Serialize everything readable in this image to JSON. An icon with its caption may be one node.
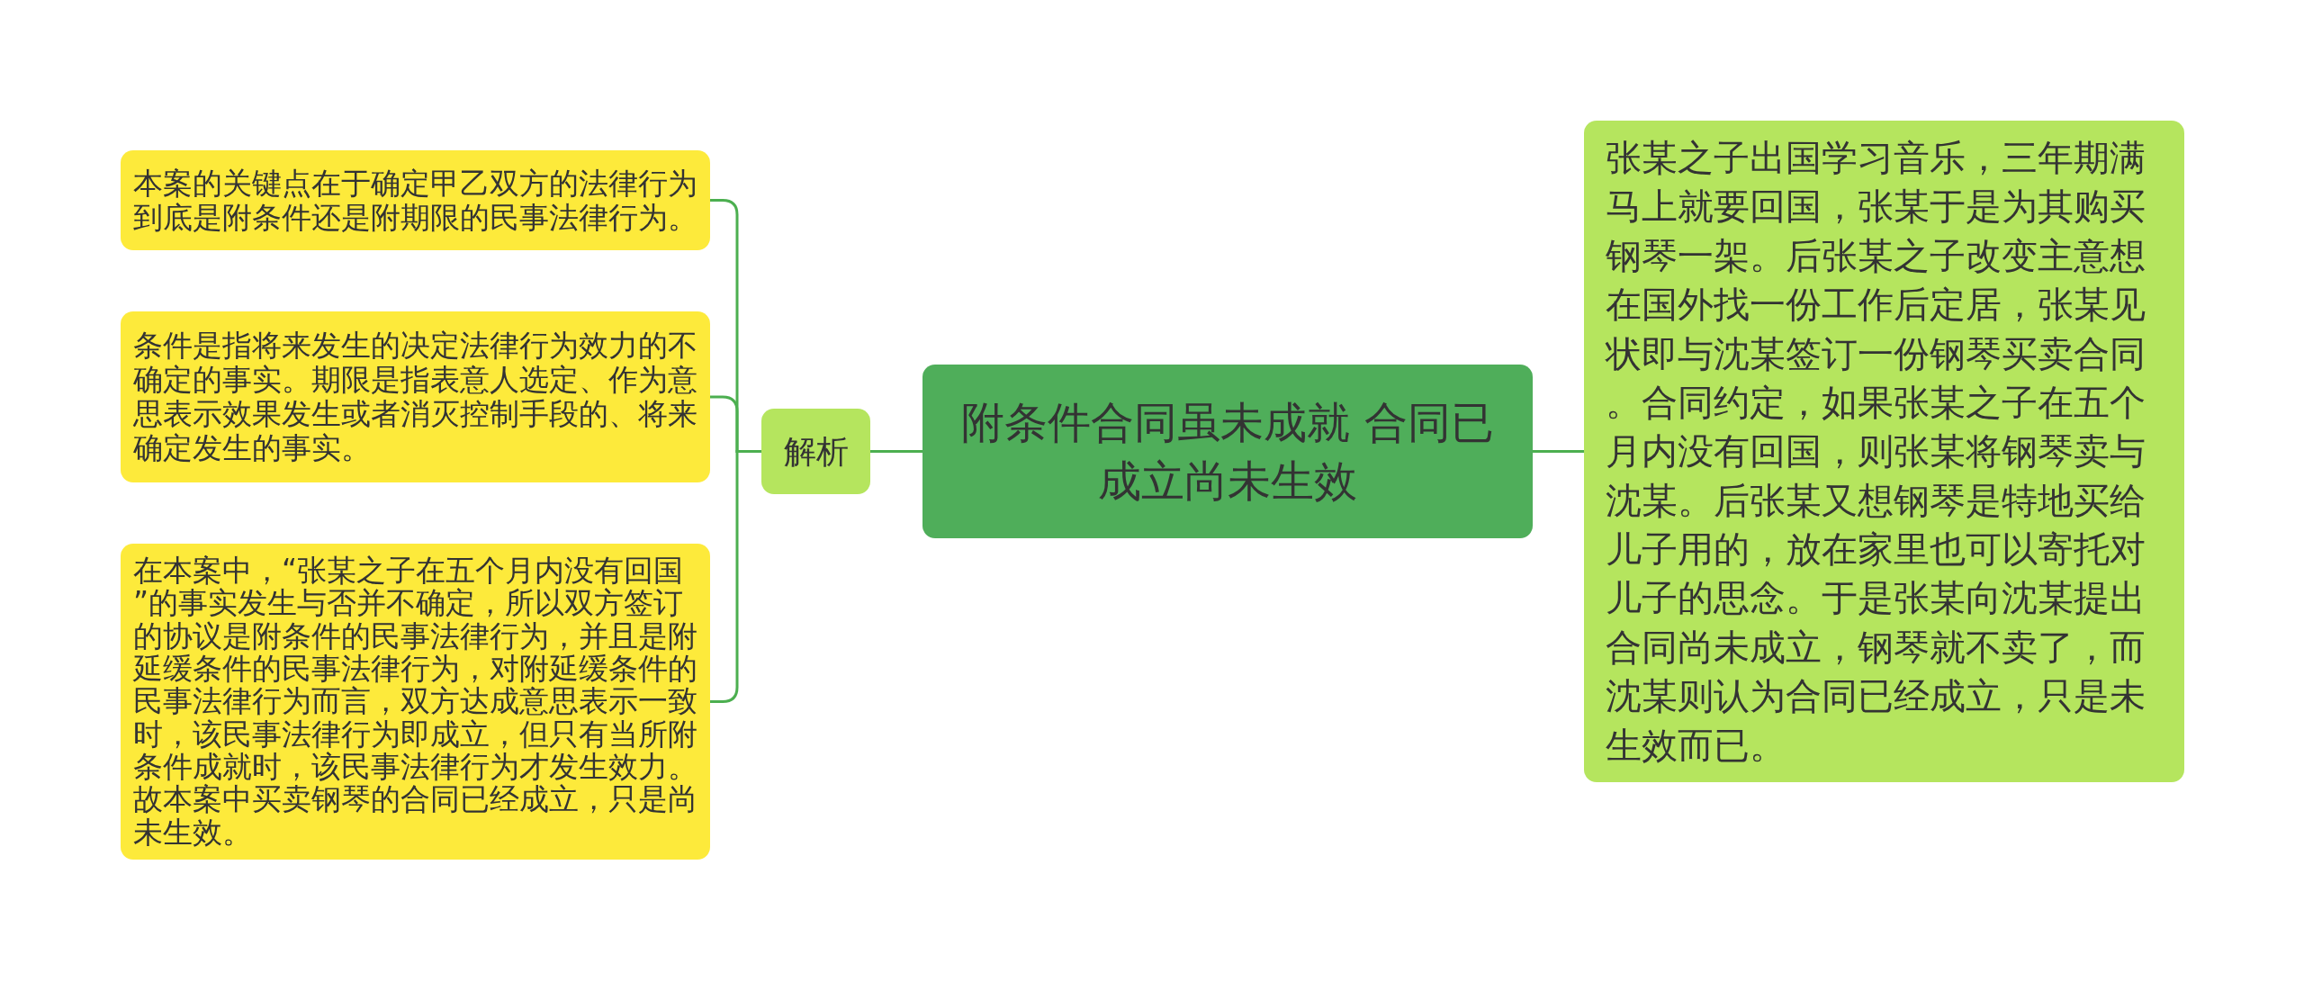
{
  "diagram": {
    "nodes": [
      {
        "text": [
          "附条件合同虽未成就 合同已成立尚未生效"
        ]
      },
      {
        "text": [
          "解析"
        ]
      },
      {
        "text": [
          "本案的关键点在于确定甲乙双方的法律行为到底是附条件还是附期限的民事法律行为。"
        ]
      },
      {
        "text": [
          "条件是指将来发生的决定法律行为效力的不确定的事实。期限是指表意人选定、作为意思表示效果发生或者消灭控制手段的、将来确定发生的事实。"
        ]
      },
      {
        "text": [
          "在本案中，“张某之子在五个月内没有回国”的事实发生与否并不确定，所以双方签订的协议是附条件的民事法律行为，并且是附延缓条件的民事法律行为，对附延缓条件的民事法律行为而言，双方达成意思表示一致时，该民事法律行为即成立，但只有当所附条件成就时，该民事法律行为才发生效力。故本案中买卖钢琴的合同已经成立，只是尚未生效。"
        ]
      },
      {
        "text": [
          "张某之子出国学习音乐，三年期满马上就要回国，张某于是为其购买钢琴一架。后张某之子改变主意想在国外找一份工作后定居，张某见状即与沈某签订一份钢琴买卖合同。合同约定，如果张某之子在五个月内没有回国，则张某将钢琴卖与沈某。后张某又想钢琴是特地买给儿子用的，放在家里也可以寄托对儿子的思念。于是张某向沈某提出合同尚未成立，钢琴就不卖了，而沈某则认为合同已经成立，只是未生效而已。"
        ]
      }
    ],
    "edges": [
      {
        "from": 0,
        "to": 1,
        "arrow": "none"
      },
      {
        "from": 1,
        "to": 2,
        "arrow": "none"
      },
      {
        "from": 1,
        "to": 3,
        "arrow": "none"
      },
      {
        "from": 1,
        "to": 4,
        "arrow": "none"
      },
      {
        "from": 0,
        "to": 5,
        "arrow": "none"
      }
    ]
  }
}
